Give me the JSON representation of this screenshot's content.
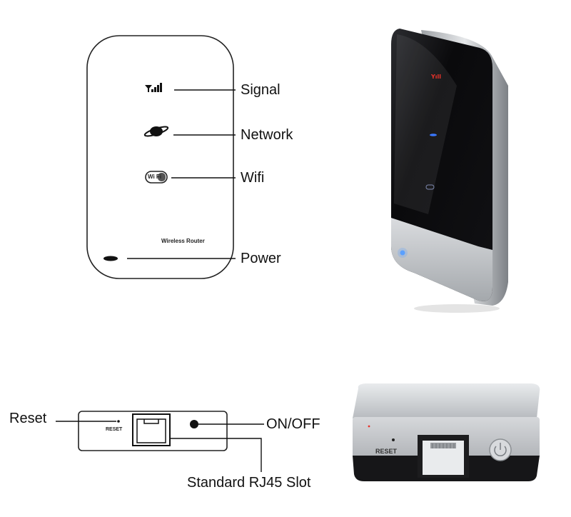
{
  "top_diagram": {
    "device_label": "Wireless Router",
    "wifi_icon_text": "Wi Fi",
    "callouts": {
      "signal": "Signal",
      "network": "Network",
      "wifi": "Wifi",
      "power": "Power"
    }
  },
  "bottom_diagram": {
    "reset_small": "RESET",
    "callouts": {
      "reset": "Reset",
      "onoff": "ON/OFF",
      "rj45": "Standard RJ45 Slot"
    }
  },
  "photos": {
    "side_reset_text": "RESET"
  },
  "colors": {
    "led_red": "#e8322a",
    "led_blue": "#3a78ff",
    "device_black": "#0c0c0e",
    "silver": "#c9ccd0"
  },
  "icons": [
    "signal-icon",
    "network-icon",
    "wifi-icon",
    "power-icon"
  ]
}
